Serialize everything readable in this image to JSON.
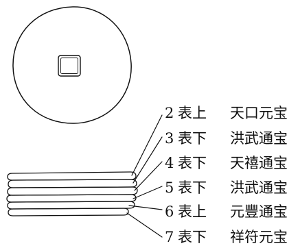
{
  "layers": [
    {
      "number": "2",
      "position": "表上",
      "coin": "天口元宝"
    },
    {
      "number": "3",
      "position": "表下",
      "coin": "洪武通宝"
    },
    {
      "number": "4",
      "position": "表下",
      "coin": "天禧通宝"
    },
    {
      "number": "5",
      "position": "表下",
      "coin": "洪武通宝"
    },
    {
      "number": "6",
      "position": "表上",
      "coin": "元豐通宝"
    },
    {
      "number": "7",
      "position": "表下",
      "coin": "祥符元宝"
    }
  ]
}
